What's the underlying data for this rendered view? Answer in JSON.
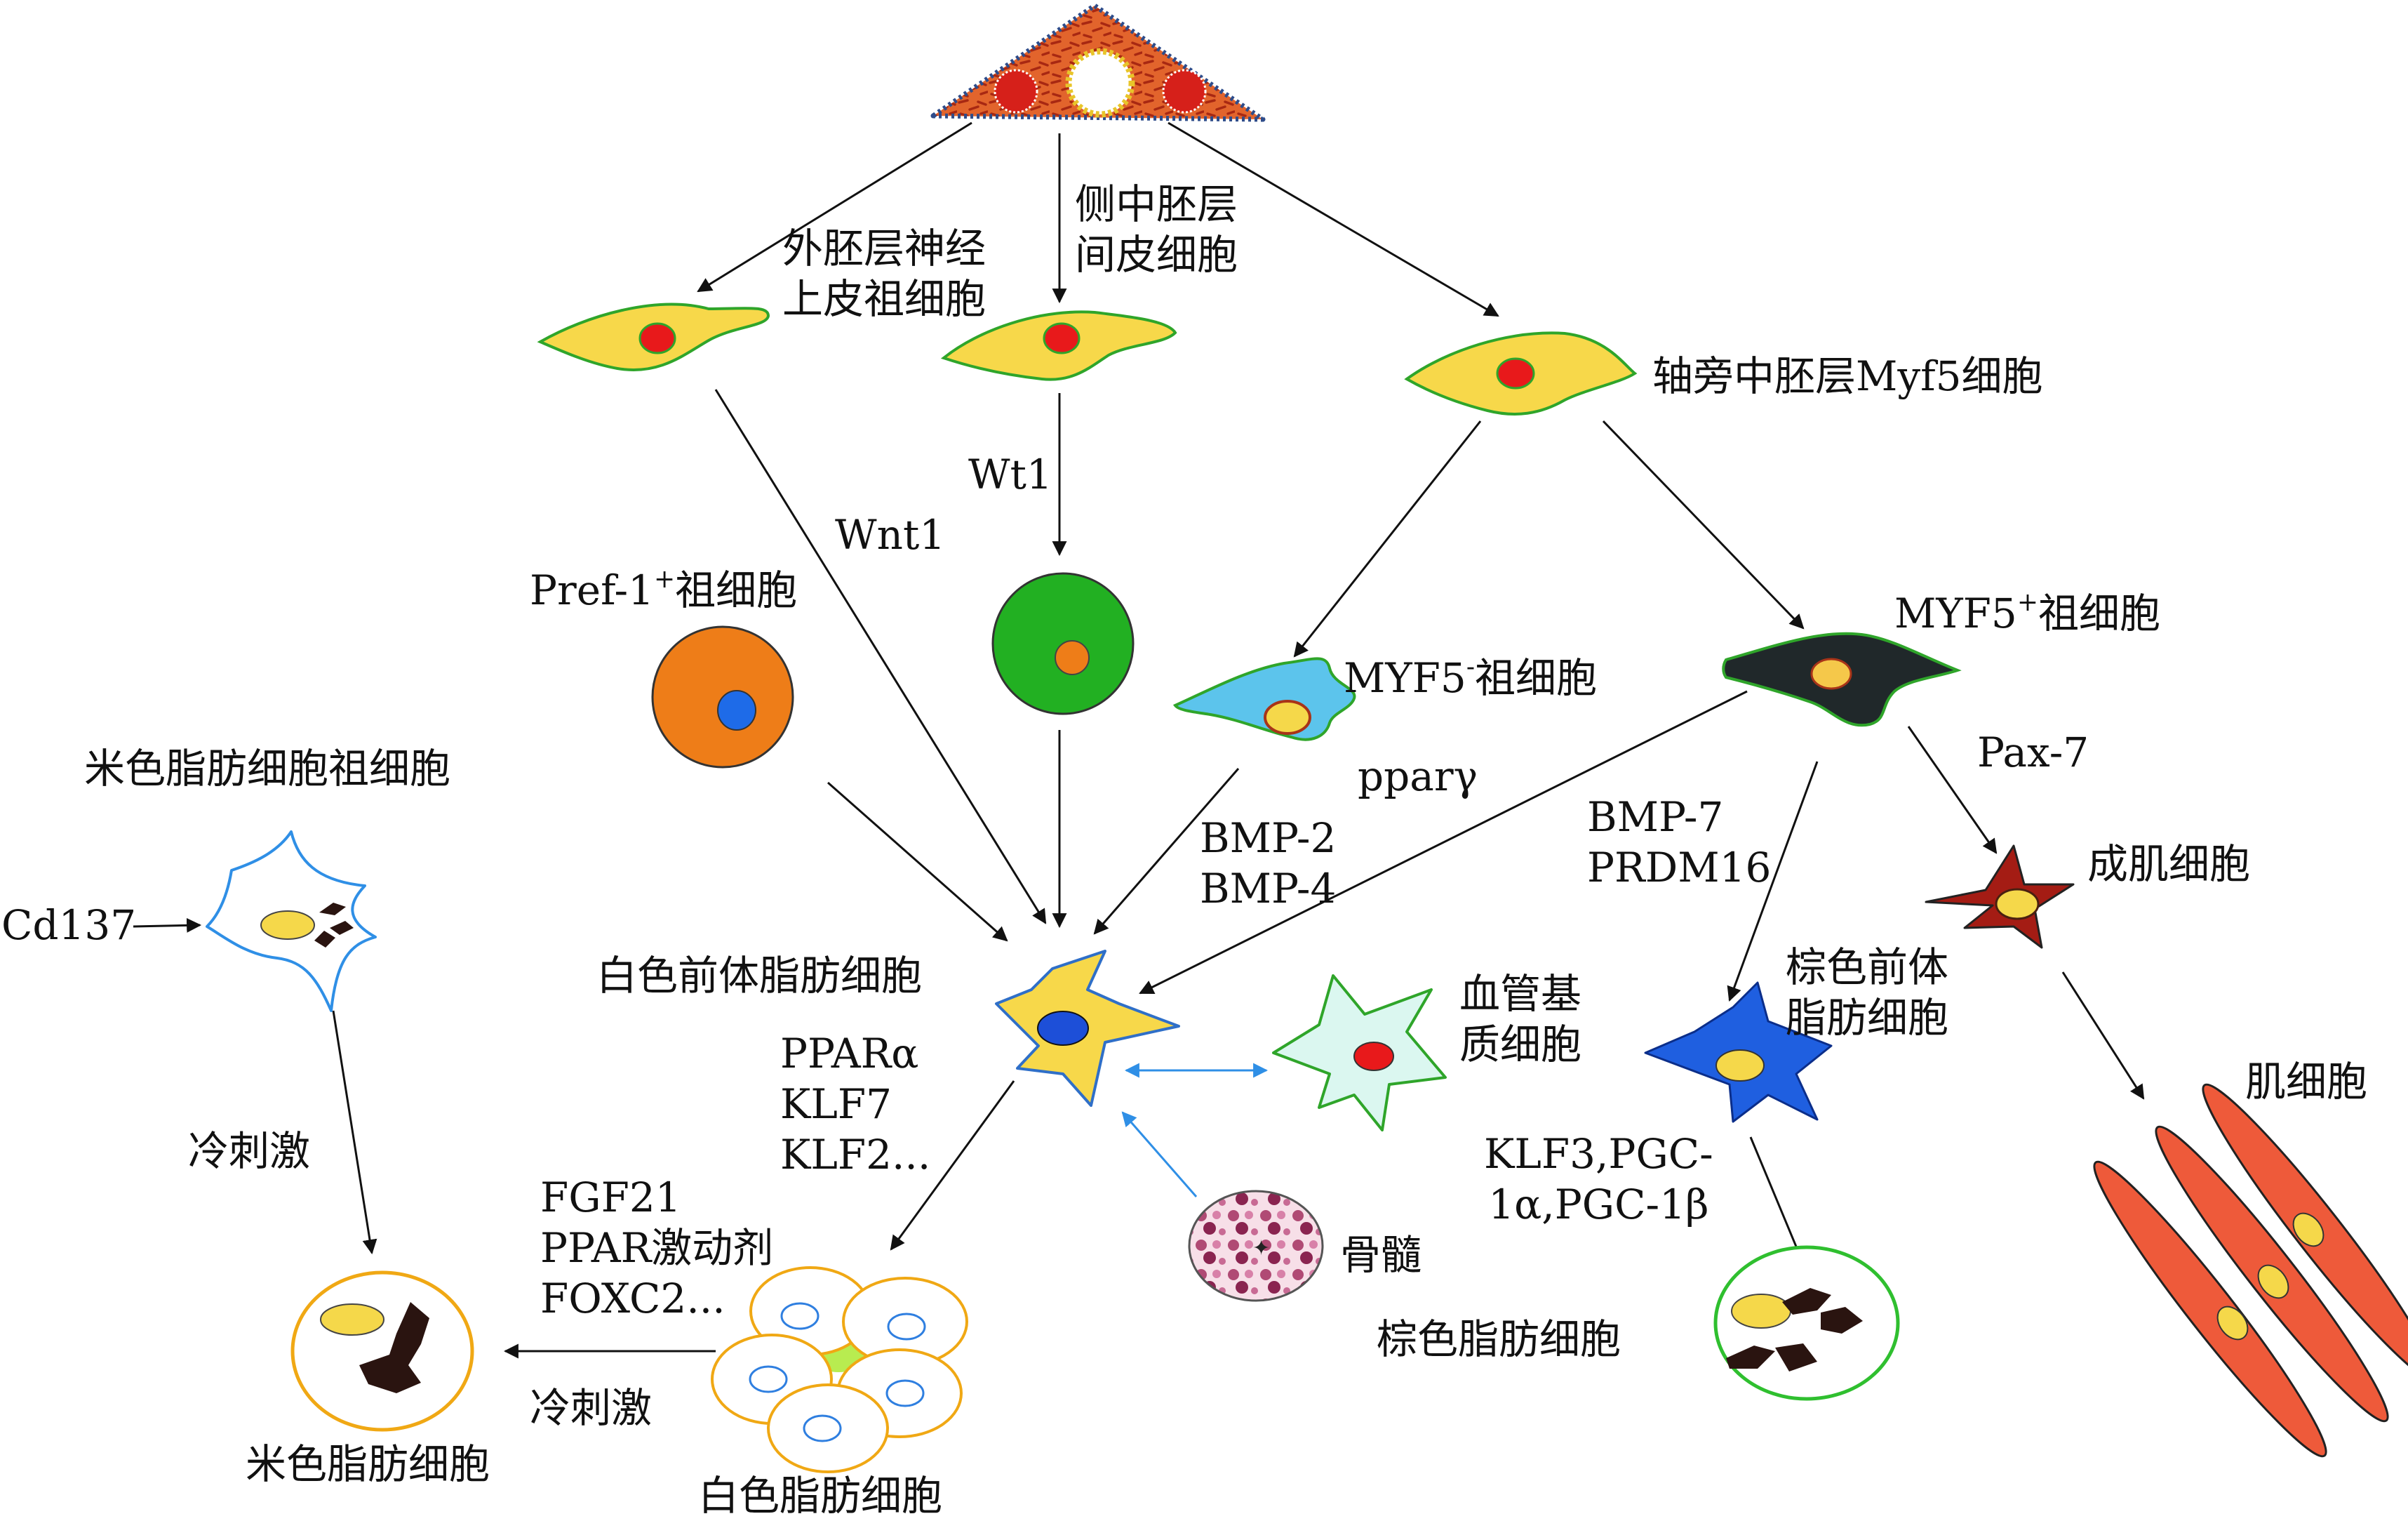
{
  "labels": {
    "ectoderm": [
      "外胚层神经",
      "上皮祖细胞"
    ],
    "lateral_mesoderm": [
      "侧中胚层",
      "间皮细胞"
    ],
    "paraxial": "轴旁中胚层Myf5细胞",
    "wt1": "Wt1",
    "wnt1": "Wnt1",
    "pref1": {
      "base": "Pref-1",
      "sup": "+",
      "rest": "祖细胞"
    },
    "myf5_neg": {
      "base": "MYF5",
      "sup": "-",
      "rest": "祖细胞"
    },
    "myf5_pos": {
      "base": "MYF5",
      "sup": "+",
      "rest": "祖细胞"
    },
    "ppar_gamma": "pparγ",
    "bmp24": [
      "BMP-2",
      "BMP-4"
    ],
    "bmp7": [
      "BMP-7",
      "PRDM16"
    ],
    "pax7": "Pax-7",
    "myoblast": "成肌细胞",
    "beige_progenitor": "米色脂肪细胞祖细胞",
    "cd137": "Cd137",
    "white_preadipocyte": "白色前体脂肪细胞",
    "vascular_stroma": [
      "血管基",
      "质细胞"
    ],
    "brown_preadipocyte": [
      "棕色前体",
      "脂肪细胞"
    ],
    "muscle_cell": "肌细胞",
    "white_factors": [
      "PPARα",
      "KLF7",
      "KLF2..."
    ],
    "brown_factors": [
      "KLF3,PGC-",
      "1α,PGC-1β"
    ],
    "cold1": "冷刺激",
    "beige_factors": [
      "FGF21",
      "PPAR激动剂",
      "FOXC2..."
    ],
    "bone_marrow": "骨髓",
    "brown_adipocyte": "棕色脂肪细胞",
    "cold2": "冷刺激",
    "beige_adipocyte": "米色脂肪细胞",
    "white_adipocyte": "白色脂肪细胞"
  },
  "colors": {
    "mesenchymal_yellow": "#f7d84a",
    "nucleus_red": "#e8191b",
    "wt1_green": "#22b022",
    "pref1_orange": "#ee7d18",
    "myf5_neg_blue": "#5cc4ec",
    "myf5_pos_black": "#20282a",
    "myoblast_red": "#a41c14",
    "brown_pre_blue": "#1f5fe0",
    "muscle_orange": "#ee5a3a",
    "stroma_mint": "#dbf7f0",
    "lipid_yellow": "#f5d84a",
    "connector_blue": "#2f8fe6"
  }
}
